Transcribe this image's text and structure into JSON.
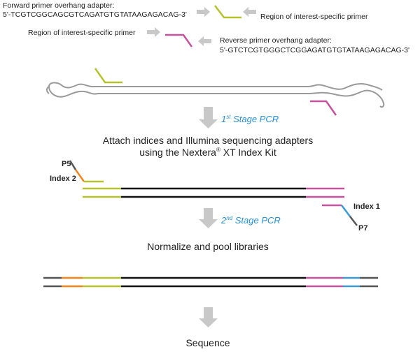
{
  "labels": {
    "forward_title": "Forward primer overhang adapter:",
    "forward_seq": "5'-TCGTCGGCAGCGTCAGATGTGTATAAGAGACAG-3'",
    "roi_primer_right": "Region of interest-specific primer",
    "roi_primer_left": "Region of interest-specific primer",
    "reverse_title": "Reverse primer overhang adapter:",
    "reverse_seq": "5'-GTCTCGTGGGCTCGGAGATGTGTATAAGAGACAG-3'",
    "stage1_number": "1",
    "stage1_sup": "st",
    "stage1_text": " Stage PCR",
    "attach_line1": "Attach indices and Illumina sequencing adapters",
    "attach_line2_a": "using the Nextera",
    "attach_line2_reg": "®",
    "attach_line2_b": " XT Index Kit",
    "p5": "P5",
    "index2": "Index 2",
    "index1": "Index 1",
    "p7": "P7",
    "stage2_number": "2",
    "stage2_sup": "nd",
    "stage2_text": " Stage PCR",
    "normalize": "Normalize and pool libraries",
    "sequence": "Sequence"
  },
  "colors": {
    "green": "#b5c22b",
    "magenta": "#c6539d",
    "orange": "#f0841f",
    "blue": "#3a9bd9",
    "black": "#111111",
    "dark_gray": "#555555",
    "arrow_gray": "#c8c8c8",
    "dna_gray": "#9a9a9a",
    "text": "#222222",
    "stage_blue": "#2a8fd1"
  }
}
